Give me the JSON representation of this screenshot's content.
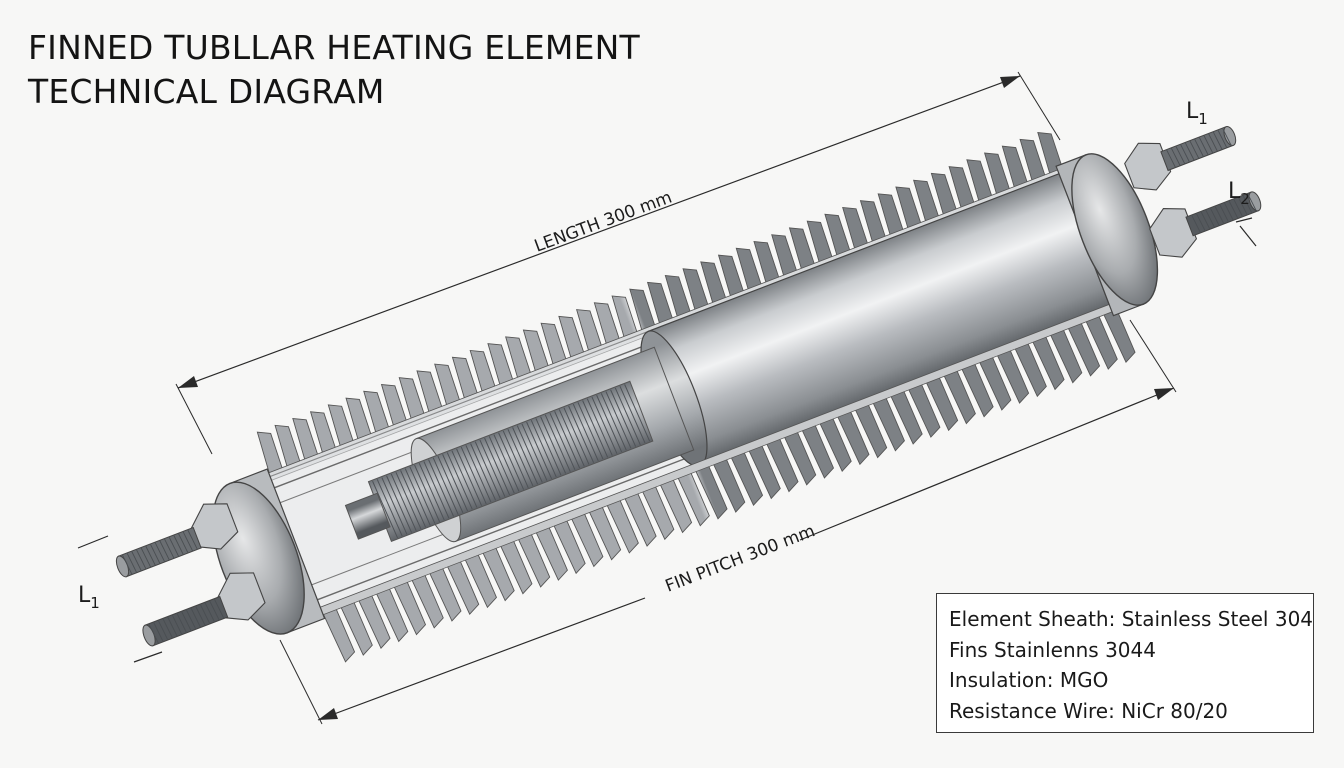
{
  "title": {
    "line1": "FINNED TUBLLAR HEATING ELEMENT",
    "line2": "TECHNICAL DIAGRAM"
  },
  "dimensions": {
    "length_label": "LENGTH 300 mm",
    "fin_pitch_label": "FIN PITCH 300 mm"
  },
  "terminals": {
    "right_top": {
      "letter": "L",
      "sub": "1"
    },
    "right_bottom": {
      "letter": "L",
      "sub": "2"
    },
    "left": {
      "letter": "L",
      "sub": "1"
    }
  },
  "specs": {
    "sheath": "Element Sheath: Stainless Steel 304",
    "fins": "Fins Stainlenns 3044",
    "insulation": "Insulation: MGO",
    "wire": "Resistance Wire: NiCr 80/20"
  }
}
